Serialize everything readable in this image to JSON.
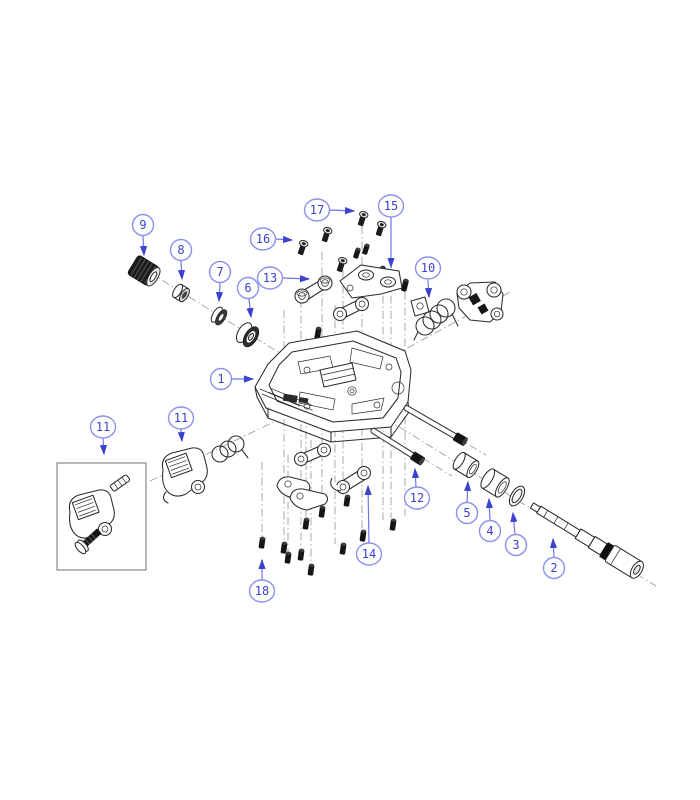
{
  "diagram": {
    "kind": "exploded parts diagram (bicycle clipless pedal)",
    "background": "#ffffff",
    "colors": {
      "callout_ring": "#8a90ee",
      "callout_number": "#3b42cd",
      "leader_line": "#6f76e9",
      "arrowhead": "#3b42cd",
      "line_art": "#2b2b2b",
      "centerline": "#959595",
      "part_black_fill": "#161616"
    },
    "callouts": [
      {
        "label": "1"
      },
      {
        "label": "2"
      },
      {
        "label": "3"
      },
      {
        "label": "4"
      },
      {
        "label": "5"
      },
      {
        "label": "6"
      },
      {
        "label": "7"
      },
      {
        "label": "8"
      },
      {
        "label": "9"
      },
      {
        "label": "10"
      },
      {
        "label": "11"
      },
      {
        "label": "11"
      },
      {
        "label": "12"
      },
      {
        "label": "13"
      },
      {
        "label": "14"
      },
      {
        "label": "15"
      },
      {
        "label": "16"
      },
      {
        "label": "17"
      },
      {
        "label": "18"
      }
    ]
  }
}
